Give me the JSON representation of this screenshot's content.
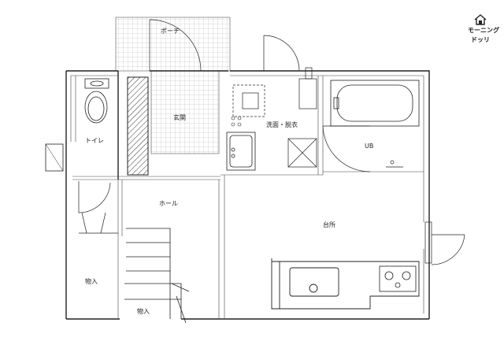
{
  "rooms": {
    "porch": "ポーチ",
    "entrance": "玄関",
    "toilet": "トイレ",
    "washroom": "洗面・脱衣",
    "bath": "UB",
    "hall": "ホール",
    "kitchen": "台所",
    "storage1": "物入",
    "storage2": "物入"
  },
  "logo": {
    "line1": "モーニング",
    "line2": "ドッリ"
  }
}
